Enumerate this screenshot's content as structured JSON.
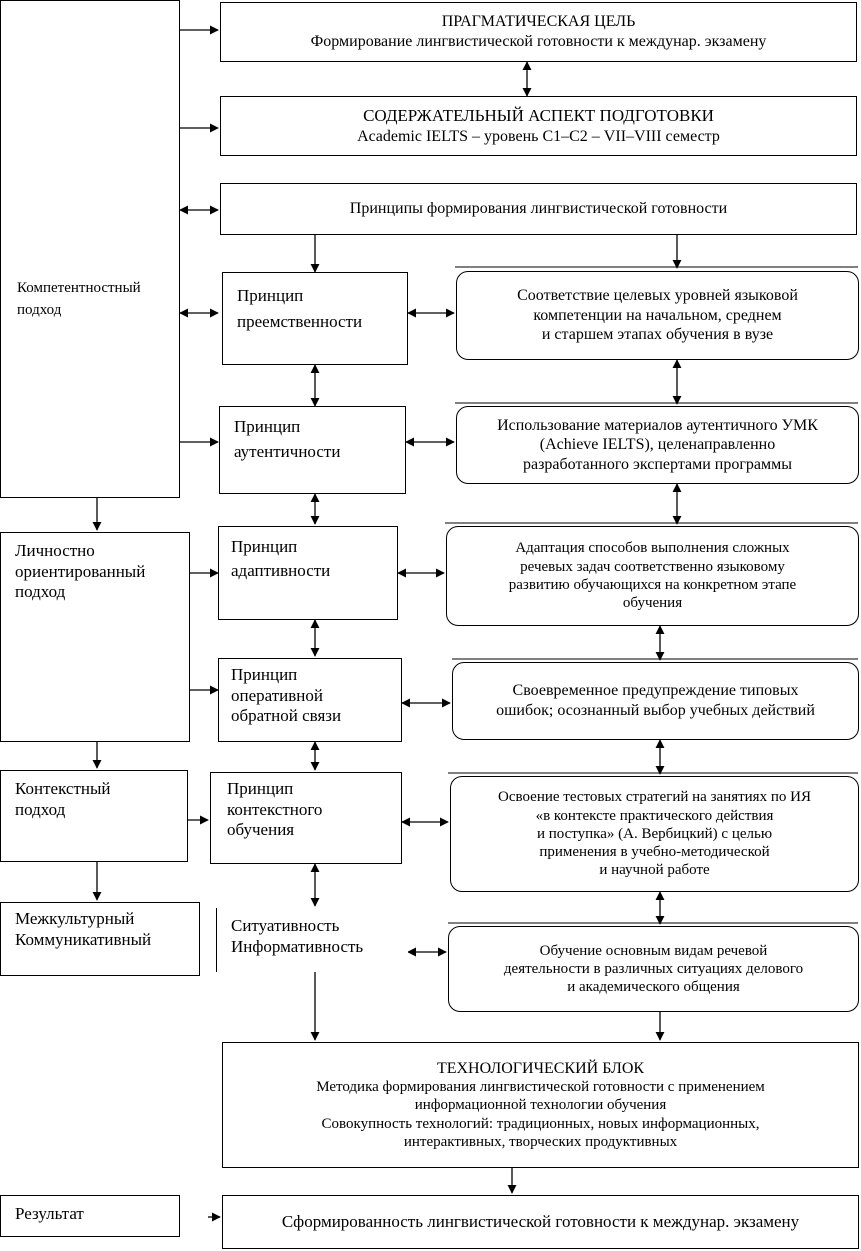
{
  "top": {
    "title": "ПРАГМАТИЧЕСКАЯ ЦЕЛЬ",
    "subtitle": "Формирование лингвистической готовности к междунар. экзамену"
  },
  "content": {
    "title": "СОДЕРЖАТЕЛЬНЫЙ АСПЕКТ ПОДГОТОВКИ",
    "subtitle": "Academic IELTS – уровень С1–С2 – VII–VIII семестр"
  },
  "principles_header": "Принципы формирования лингвистической готовности",
  "approaches": {
    "competence": [
      "Компетентностный",
      "подход"
    ],
    "personal": [
      "Личностно",
      "ориентированный",
      "подход"
    ],
    "context": [
      "Контекстный",
      "подход"
    ],
    "intercultural": [
      "Межкультурный",
      "Коммуникативный"
    ],
    "result": "Результат"
  },
  "principles": [
    [
      "Принцип",
      "преемственности"
    ],
    [
      "Принцип",
      "аутентичности"
    ],
    [
      "Принцип",
      "адаптивности"
    ],
    [
      "Принцип",
      "оперативной",
      "обратной связи"
    ],
    [
      "Принцип",
      "контекстного",
      "обучения"
    ],
    [
      "Ситуативность",
      "Информативность"
    ]
  ],
  "details": [
    [
      "Соответствие целевых уровней языковой",
      "компетенции на начальном, среднем",
      "и старшем этапах обучения в вузе"
    ],
    [
      "Использование материалов аутентичного УМК",
      "(Achieve IELTS), целенаправленно",
      "разработанного экспертами программы"
    ],
    [
      "Адаптация способов выполнения сложных",
      "речевых задач соответственно языковому",
      "развитию обучающихся на конкретном этапе",
      "обучения"
    ],
    [
      "Своевременное предупреждение типовых",
      "ошибок; осознанный выбор учебных действий"
    ],
    [
      "Освоение тестовых стратегий на занятиях по ИЯ",
      "«в контексте практического действия",
      "и поступка» (А. Вербицкий) с целью",
      "применения в учебно-методической",
      "и научной работе"
    ],
    [
      "Обучение основным видам речевой",
      "деятельности в различных ситуациях делового",
      "и академического общения"
    ]
  ],
  "tech": {
    "title": "ТЕХНОЛОГИЧЕСКИЙ БЛОК",
    "lines": [
      "Методика формирования лингвистической готовности с применением",
      "информационной технологии обучения",
      "Совокупность технологий: традиционных, новых информационных,",
      "интерактивных, творческих продуктивных"
    ]
  },
  "result_text": "Сформированность лингвистической готовности к междунар. экзамену"
}
